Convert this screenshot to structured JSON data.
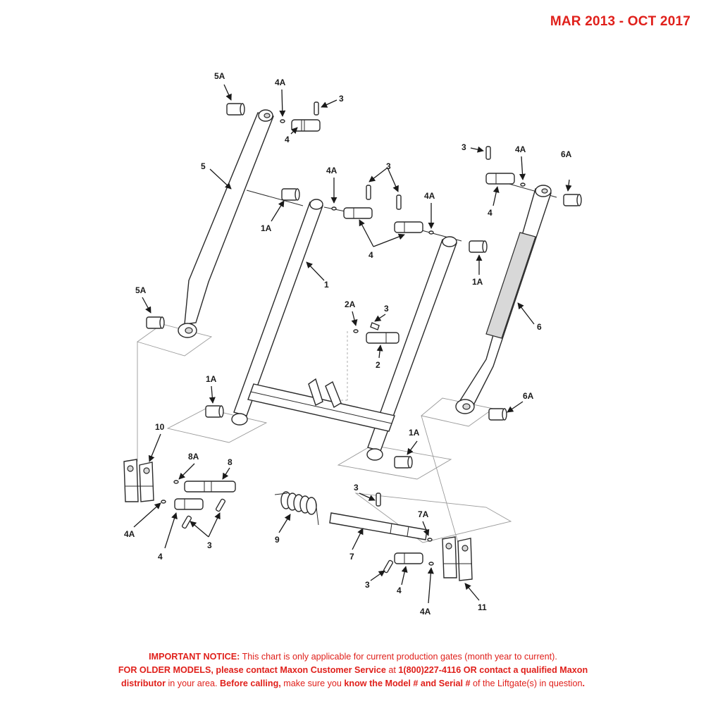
{
  "date_range": "MAR 2013 - OCT 2017",
  "labels": {
    "l5a_top": "5A",
    "l4a_top": "4A",
    "l3_top": "3",
    "l4_top": "4",
    "l5": "5",
    "l3_right": "3",
    "l4a_right": "4A",
    "l6a_top": "6A",
    "l4_right": "4",
    "l6": "6",
    "l4a_mid": "4A",
    "l3_mid": "3",
    "l4a_mid2": "4A",
    "l1a_left": "1A",
    "l4_mid": "4",
    "l1a_right": "1A",
    "l1": "1",
    "l5a_bottom": "5A",
    "l2a": "2A",
    "l3_pin2": "3",
    "l2": "2",
    "l1a_low": "1A",
    "l6a_bottom": "6A",
    "l1a_low2": "1A",
    "l10": "10",
    "l8a": "8A",
    "l8": "8",
    "l4a_l10": "4A",
    "l4_l10": "4",
    "l3_l10": "3",
    "l3_shaft": "3",
    "l7a": "7A",
    "l9": "9",
    "l7": "7",
    "l3_l11": "3",
    "l4_l11": "4",
    "l4a_l11": "4A",
    "l11": "11"
  },
  "notice": {
    "line1_bold": "IMPORTANT NOTICE:",
    "line1_text": " This chart is only applicable for current production gates (month year to current).",
    "line2_bold": "FOR OLDER MODELS, please contact Maxon Customer Service",
    "line2_text": " at ",
    "line2_bold2": "1(800)227-4116 OR contact a qualified Maxon",
    "line3_bold": "distributor",
    "line3_text": " in your area. ",
    "line3_bold2": "Before calling,",
    "line3_text2": " make sure you ",
    "line3_bold3": "know the Model # and Serial #",
    "line3_text3": " of the Liftgate(s) in question",
    "line3_end": "."
  }
}
